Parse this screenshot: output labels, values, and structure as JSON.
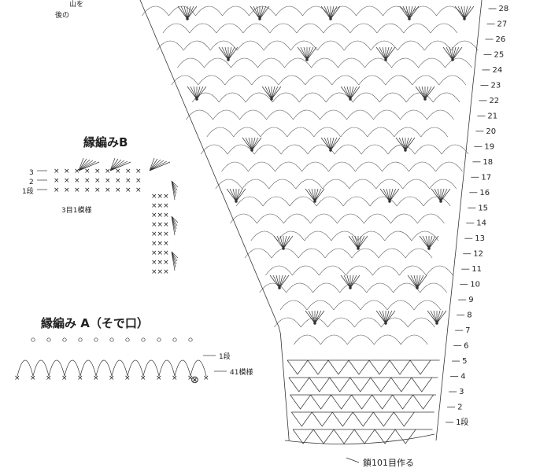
{
  "corner_note": [
    "山を",
    "後の"
  ],
  "pattern_b": {
    "title": "縁編みB",
    "row_labels": [
      "3",
      "2",
      "1段"
    ],
    "repeat_note": "3目1模様"
  },
  "pattern_a": {
    "title": "縁編み A（そで口）",
    "row1_label": "1段",
    "start_label": "41模様",
    "start_mark": "⊗"
  },
  "main_chart": {
    "row_labels": [
      "1段",
      "2",
      "3",
      "4",
      "5",
      "6",
      "7",
      "8",
      "9",
      "10",
      "11",
      "12",
      "13",
      "14",
      "15",
      "16",
      "17",
      "18",
      "19",
      "20",
      "21",
      "22",
      "23",
      "24",
      "25",
      "26",
      "27",
      "28"
    ],
    "foundation_note": "鎖101目作る"
  }
}
